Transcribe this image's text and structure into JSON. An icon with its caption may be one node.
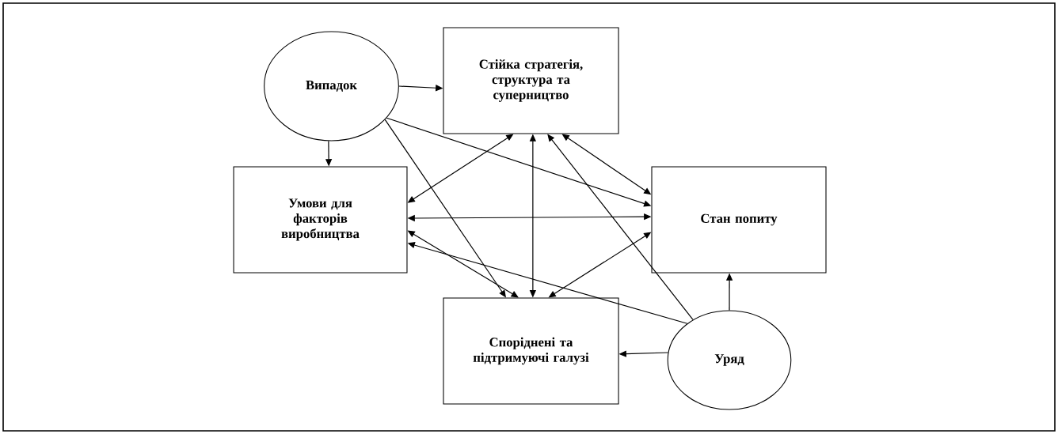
{
  "diagram": {
    "nodes": [
      {
        "text": [
          "Випадок"
        ]
      },
      {
        "text": [
          "Стійка стратегія, структура та суперництво"
        ]
      },
      {
        "text": [
          "Умови для факторів виробництва"
        ]
      },
      {
        "text": [
          "Стан попиту"
        ]
      },
      {
        "text": [
          "Споріднені та підтримуючі галузі"
        ]
      },
      {
        "text": [
          "Уряд"
        ]
      }
    ],
    "edges": [
      {
        "from": 0,
        "to": 1,
        "arrow": "to"
      },
      {
        "from": 0,
        "to": 2,
        "arrow": "to"
      },
      {
        "from": 0,
        "to": 3,
        "arrow": "to"
      },
      {
        "from": 0,
        "to": 4,
        "arrow": "to"
      },
      {
        "from": 1,
        "to": 2,
        "arrow": "both"
      },
      {
        "from": 1,
        "to": 3,
        "arrow": "both"
      },
      {
        "from": 1,
        "to": 4,
        "arrow": "both"
      },
      {
        "from": 2,
        "to": 3,
        "arrow": "both"
      },
      {
        "from": 2,
        "to": 4,
        "arrow": "both"
      },
      {
        "from": 3,
        "to": 4,
        "arrow": "both"
      },
      {
        "from": 5,
        "to": 2,
        "arrow": "to"
      },
      {
        "from": 5,
        "to": 1,
        "arrow": "to"
      },
      {
        "from": 5,
        "to": 3,
        "arrow": "to"
      },
      {
        "from": 5,
        "to": 4,
        "arrow": "to"
      }
    ]
  }
}
